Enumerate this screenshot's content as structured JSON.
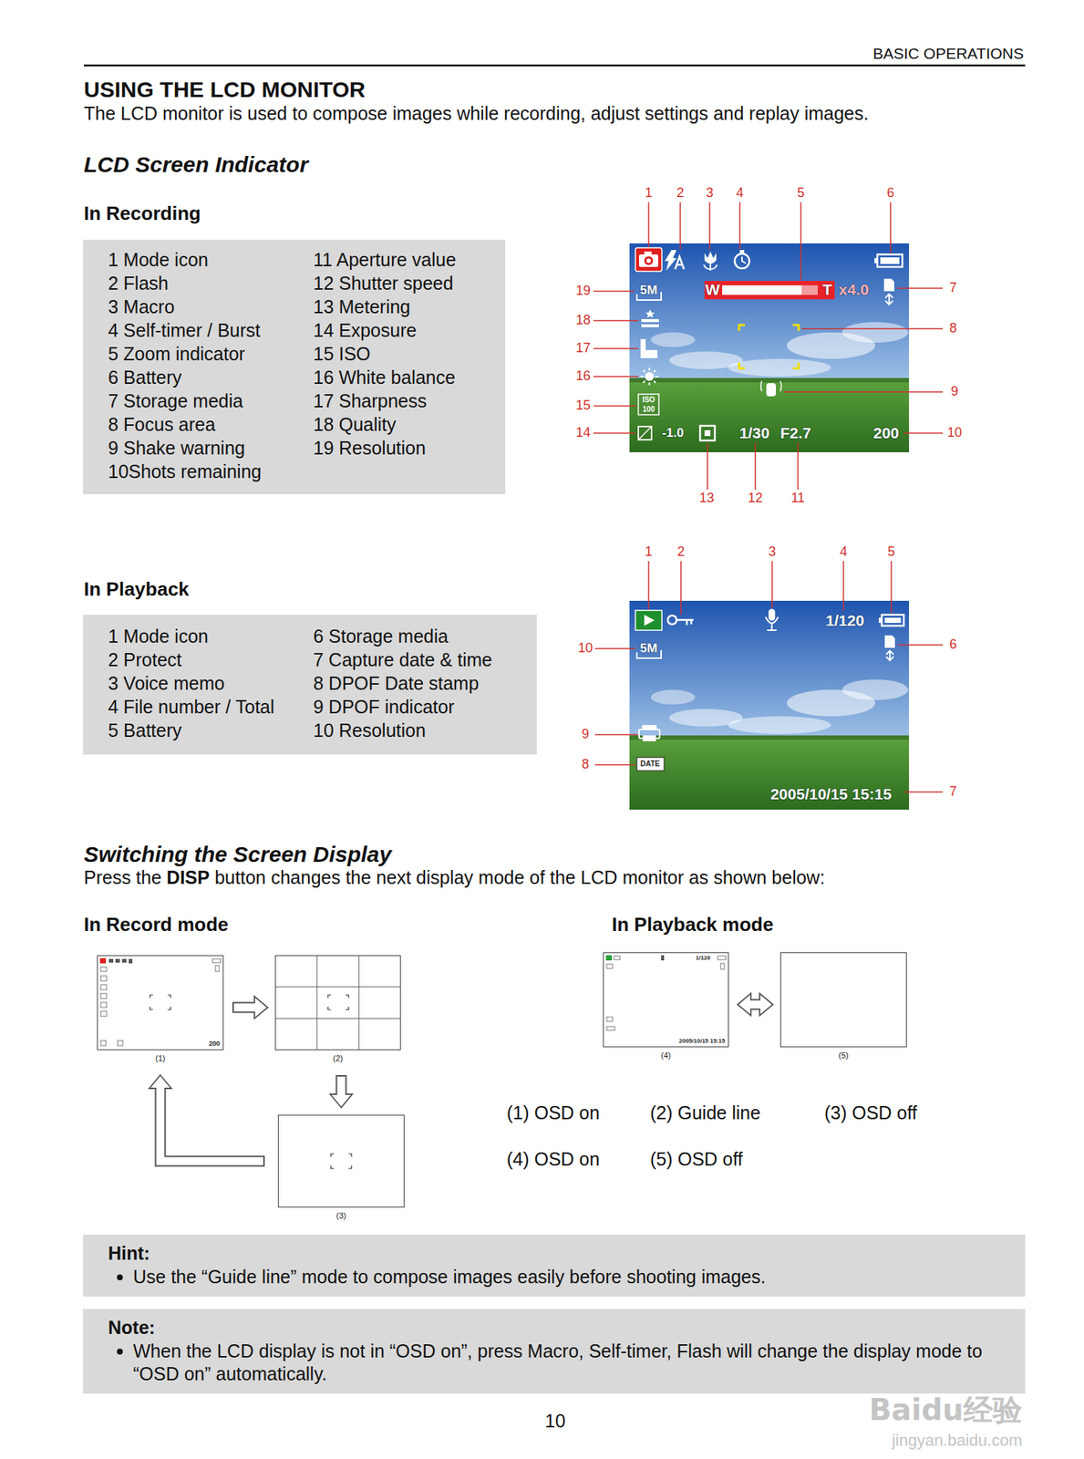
{
  "diagram": {
    "title": "USING THE LCD MONITOR",
    "nodes": [
      {
        "text": [
          "1 Mode icon",
          "2 Flash",
          "3 Macro",
          "4 Self-timer / Burst",
          "5 Zoom indicator",
          "6 Battery",
          "7 Storage media",
          "8 Focus area",
          "9 Shake warning",
          "10Shots remaining",
          "11 Aperture value",
          "12 Shutter speed",
          "13 Metering",
          "14 Exposure",
          "15 ISO",
          "16 White balance",
          "17 Sharpness",
          "18 Quality",
          "19 Resolution"
        ]
      },
      {
        "text": [
          "1 Mode icon",
          "2 Protect",
          "3 Voice memo",
          "4 File number / Total",
          "5 Battery",
          "6 Storage media",
          "7 Capture date & time",
          "8 DPOF Date stamp",
          "9 DPOF indicator",
          "10 Resolution"
        ]
      },
      {
        "text": [
          "200",
          "(1)"
        ]
      },
      {
        "text": [
          "(2)"
        ]
      },
      {
        "text": [
          "(3)"
        ]
      },
      {
        "text": [
          "1/120",
          "2005/10/15 15:15",
          "(4)"
        ]
      },
      {
        "text": [
          "(5)"
        ]
      },
      {
        "text": [
          "Hint:",
          "Use the “Guide line” mode to compose images easily before shooting images."
        ]
      },
      {
        "text": [
          "Note:",
          "When the LCD display is not in “OSD on”, press Macro, Self-timer, Flash will change the display mode to “OSD on” automatically."
        ]
      }
    ],
    "edges": [
      {
        "from": 2,
        "to": 3,
        "arrow": "to"
      },
      {
        "from": 3,
        "to": 4,
        "arrow": "to"
      },
      {
        "from": 4,
        "to": 2,
        "arrow": "to"
      },
      {
        "from": 5,
        "to": 6,
        "arrow": "both"
      }
    ],
    "labels": [
      "BASIC OPERATIONS",
      "The LCD monitor is used to compose images while recording, adjust settings and replay images.",
      "LCD Screen Indicator",
      "In Recording",
      "1",
      "2",
      "3",
      "4",
      "5",
      "6",
      "7",
      "8",
      "9",
      "10",
      "11",
      "12",
      "13",
      "14",
      "15",
      "16",
      "17",
      "18",
      "19",
      "W",
      "T",
      "x4.0",
      "5M",
      "ISO",
      "100",
      "-1.0",
      "1/30",
      "F2.7",
      "200",
      "In Playback",
      "1",
      "2",
      "3",
      "4",
      "5",
      "6",
      "7",
      "8",
      "9",
      "10",
      "1/120",
      "5M",
      "DATE",
      "2005/10/15 15:15",
      "Switching the Screen Display",
      "Press the",
      "DISP",
      "button changes the next display mode of the LCD monitor as shown below:",
      "In Record mode",
      "In Playback mode",
      "(1) OSD on",
      "(2) Guide line",
      "(3) OSD off",
      "(4) OSD on",
      "(5) OSD off",
      "10",
      "Baidu经验",
      "jingyan.baidu.com"
    ]
  }
}
